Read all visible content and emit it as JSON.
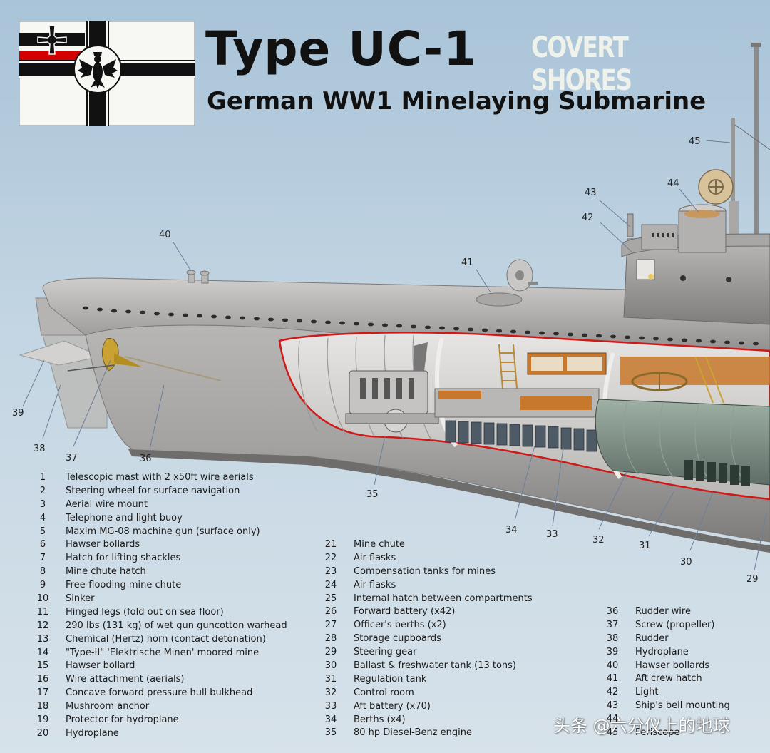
{
  "header": {
    "title": "Type UC-1",
    "subtitle": "German WW1 Minelaying Submarine",
    "brand": "COVERT SHORES"
  },
  "callouts": [
    {
      "n": "29",
      "label": "29"
    },
    {
      "n": "30",
      "label": "30"
    },
    {
      "n": "31",
      "label": "31"
    },
    {
      "n": "32",
      "label": "32"
    },
    {
      "n": "33",
      "label": "33"
    },
    {
      "n": "34",
      "label": "34"
    },
    {
      "n": "35",
      "label": "35"
    },
    {
      "n": "36",
      "label": "36"
    },
    {
      "n": "37",
      "label": "37"
    },
    {
      "n": "38",
      "label": "38"
    },
    {
      "n": "39",
      "label": "39"
    },
    {
      "n": "40",
      "label": "40"
    },
    {
      "n": "41",
      "label": "41"
    },
    {
      "n": "42",
      "label": "42"
    },
    {
      "n": "43",
      "label": "43"
    },
    {
      "n": "44",
      "label": "44"
    },
    {
      "n": "45",
      "label": "45"
    }
  ],
  "legend": {
    "col1": [
      {
        "n": "1",
        "text": "Telescopic mast with 2 x50ft wire aerials"
      },
      {
        "n": "2",
        "text": "Steering wheel for surface navigation"
      },
      {
        "n": "3",
        "text": "Aerial wire mount"
      },
      {
        "n": "4",
        "text": "Telephone and light buoy"
      },
      {
        "n": "5",
        "text": "Maxim MG-08 machine gun (surface only)"
      },
      {
        "n": "6",
        "text": "Hawser bollards"
      },
      {
        "n": "7",
        "text": "Hatch for lifting shackles"
      },
      {
        "n": "8",
        "text": "Mine chute hatch"
      },
      {
        "n": "9",
        "text": "Free-flooding mine chute"
      },
      {
        "n": "10",
        "text": "Sinker"
      },
      {
        "n": "11",
        "text": "Hinged legs (fold out on sea floor)"
      },
      {
        "n": "12",
        "text": "290 lbs (131 kg) of wet gun guncotton warhead"
      },
      {
        "n": "13",
        "text": "Chemical (Hertz) horn (contact detonation)"
      },
      {
        "n": "14",
        "text": "\"Type-II\" 'Elektrische Minen' moored mine"
      },
      {
        "n": "15",
        "text": "Hawser bollard"
      },
      {
        "n": "16",
        "text": "Wire attachment (aerials)"
      },
      {
        "n": "17",
        "text": "Concave forward pressure hull bulkhead"
      },
      {
        "n": "18",
        "text": "Mushroom anchor"
      },
      {
        "n": "19",
        "text": "Protector for hydroplane"
      },
      {
        "n": "20",
        "text": "Hydroplane"
      }
    ],
    "col2": [
      {
        "n": "21",
        "text": "Mine chute"
      },
      {
        "n": "22",
        "text": "Air flasks"
      },
      {
        "n": "23",
        "text": "Compensation tanks for mines"
      },
      {
        "n": "24",
        "text": "Air flasks"
      },
      {
        "n": "25",
        "text": "Internal hatch between compartments"
      },
      {
        "n": "26",
        "text": "Forward battery (x42)"
      },
      {
        "n": "27",
        "text": "Officer's berths (x2)"
      },
      {
        "n": "28",
        "text": "Storage cupboards"
      },
      {
        "n": "29",
        "text": "Steering gear"
      },
      {
        "n": "30",
        "text": "Ballast & freshwater tank (13 tons)"
      },
      {
        "n": "31",
        "text": "Regulation tank"
      },
      {
        "n": "32",
        "text": "Control room"
      },
      {
        "n": "33",
        "text": "Aft battery (x70)"
      },
      {
        "n": "34",
        "text": "Berths (x4)"
      },
      {
        "n": "35",
        "text": "80 hp Diesel-Benz engine"
      }
    ],
    "col3": [
      {
        "n": "36",
        "text": "Rudder wire"
      },
      {
        "n": "37",
        "text": "Screw (propeller)"
      },
      {
        "n": "38",
        "text": "Rudder"
      },
      {
        "n": "39",
        "text": "Hydroplane"
      },
      {
        "n": "40",
        "text": "Hawser bollards"
      },
      {
        "n": "41",
        "text": "Aft crew hatch"
      },
      {
        "n": "42",
        "text": "Light"
      },
      {
        "n": "43",
        "text": "Ship's bell mounting"
      },
      {
        "n": "44",
        "text": ""
      },
      {
        "n": "45",
        "text": "Periscope"
      }
    ]
  },
  "watermark": "头条 @六分仪上的地球",
  "colors": {
    "flag_black": "#111111",
    "flag_red": "#d40000",
    "hull_grey": "#9a9897",
    "cutaway_red": "#d01818",
    "interior_orange": "#c8782c"
  }
}
